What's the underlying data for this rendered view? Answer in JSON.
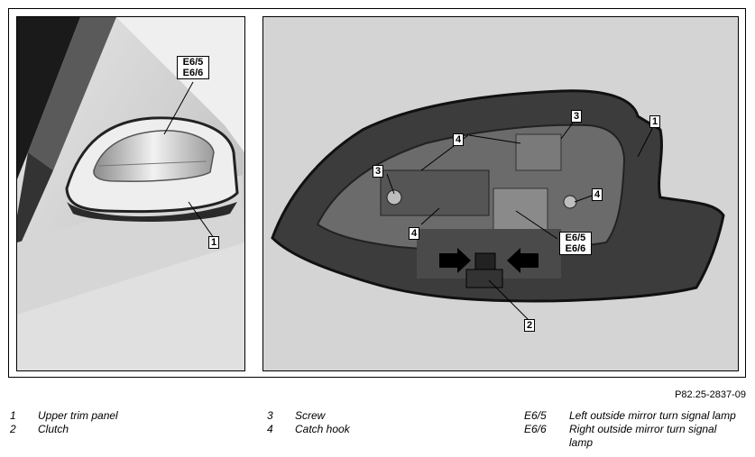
{
  "callouts": {
    "left_e": "E6/5\nE6/6",
    "left_1": "1",
    "right_3a": "3",
    "right_4a": "4",
    "right_3b": "3",
    "right_1": "1",
    "right_4b": "4",
    "right_4c": "4",
    "right_e": "E6/5\nE6/6",
    "right_2": "2"
  },
  "figure_ref": "P82.25-2837-09",
  "legend": [
    {
      "num": "1",
      "text": "Upper trim panel"
    },
    {
      "num": "2",
      "text": "Clutch"
    },
    {
      "num": "3",
      "text": "Screw"
    },
    {
      "num": "4",
      "text": "Catch hook"
    },
    {
      "num": "E6/5",
      "text": "Left outside mirror turn signal lamp"
    },
    {
      "num": "E6/6",
      "text": "Right outside mirror turn signal lamp"
    }
  ]
}
